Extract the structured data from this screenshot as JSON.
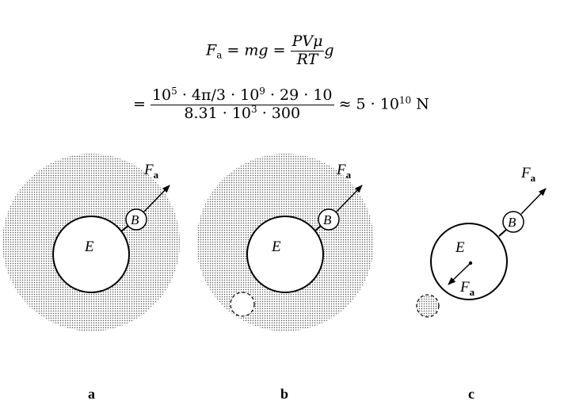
{
  "equations": {
    "line1": {
      "lhs": "F",
      "lhs_sub": "a",
      "eq1": "=",
      "mid": "mg",
      "eq2": "=",
      "num": "PVμ",
      "den": "RT",
      "tail": "g"
    },
    "line2": {
      "eq": "=",
      "num_a": "10",
      "num_a_exp": "5",
      "num_b": " · 4π/3 · 10",
      "num_b_exp": "9",
      "num_c": " · 29 · 10",
      "den_a": "8.31 · 10",
      "den_a_exp": "3",
      "den_b": " · 300",
      "approx": "≈ 5 · 10",
      "approx_exp": "10",
      "unit": " N"
    }
  },
  "figure": {
    "panels": [
      {
        "caption": "a",
        "earth_label": "E",
        "balloon_label": "B",
        "force_label": "F",
        "force_sub": "a"
      },
      {
        "caption": "b",
        "earth_label": "E",
        "balloon_label": "B",
        "force_label": "F",
        "force_sub": "a"
      },
      {
        "caption": "c",
        "earth_label": "E",
        "balloon_label": "B",
        "force_label": "F",
        "force_sub": "a",
        "inner_force_label": "F",
        "inner_force_sub": "a"
      }
    ]
  }
}
